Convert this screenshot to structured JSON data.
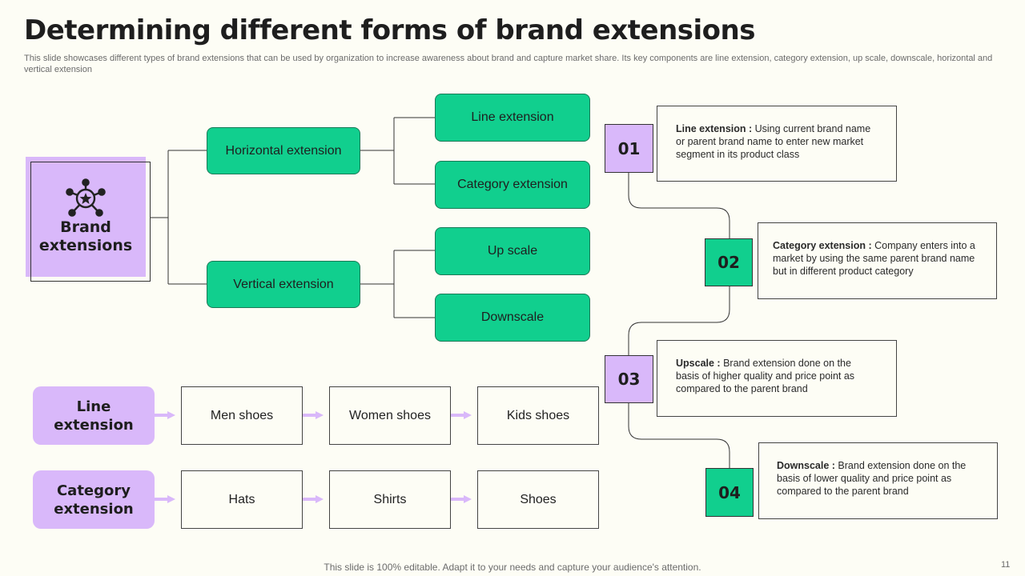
{
  "header": {
    "title": "Determining different forms of brand extensions",
    "subtitle": "This slide showcases different types of brand extensions that can be used by organization to increase awareness about brand and capture market share. Its key components are line extension, category extension, up scale, downscale, horizontal and vertical extension"
  },
  "root": {
    "label_line1": "Brand",
    "label_line2": "extensions",
    "icon": "network-star-icon"
  },
  "tree": {
    "horizontal": {
      "label": "Horizontal extension",
      "children": [
        "Line extension",
        "Category extension"
      ]
    },
    "vertical": {
      "label": "Vertical extension",
      "children": [
        "Up scale",
        "Downscale"
      ]
    }
  },
  "definitions": [
    {
      "num": "01",
      "term": "Line extension :",
      "text": " Using current brand name or parent brand name to enter new market segment in its product class"
    },
    {
      "num": "02",
      "term": "Category extension :",
      "text": " Company enters into a market by using the same parent brand name but in different product category"
    },
    {
      "num": "03",
      "term": "Upscale :",
      "text": "  Brand extension done on the basis of higher quality and price point as compared to the parent brand"
    },
    {
      "num": "04",
      "term": "Downscale :",
      "text": "  Brand extension done on the basis of lower quality and price point as compared to the parent brand"
    }
  ],
  "examples": [
    {
      "label_line1": "Line",
      "label_line2": "extension",
      "items": [
        "Men shoes",
        "Women shoes",
        "Kids shoes"
      ]
    },
    {
      "label_line1": "Category",
      "label_line2": "extension",
      "items": [
        "Hats",
        "Shirts",
        "Shoes"
      ]
    }
  ],
  "footer": {
    "text": "This slide is 100% editable. Adapt it to your needs and capture your audience's attention.",
    "page": "11"
  },
  "colors": {
    "green": "#11CF8E",
    "purple": "#D9B8FA",
    "background": "#FDFDF5"
  }
}
